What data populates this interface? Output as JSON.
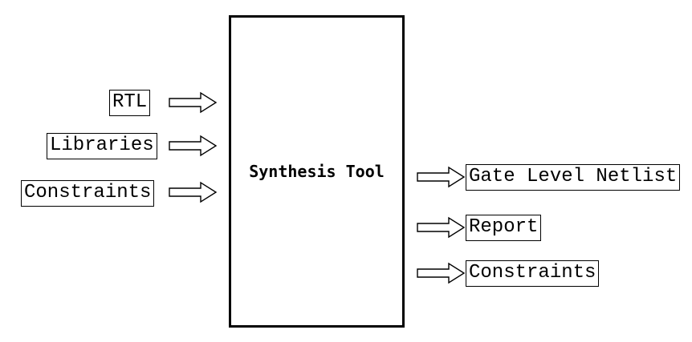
{
  "tool": {
    "label": "Synthesis Tool"
  },
  "inputs": [
    {
      "label": "RTL"
    },
    {
      "label": "Libraries"
    },
    {
      "label": "Constraints"
    }
  ],
  "outputs": [
    {
      "label": "Gate Level Netlist"
    },
    {
      "label": "Report"
    },
    {
      "label": "Constraints"
    }
  ]
}
